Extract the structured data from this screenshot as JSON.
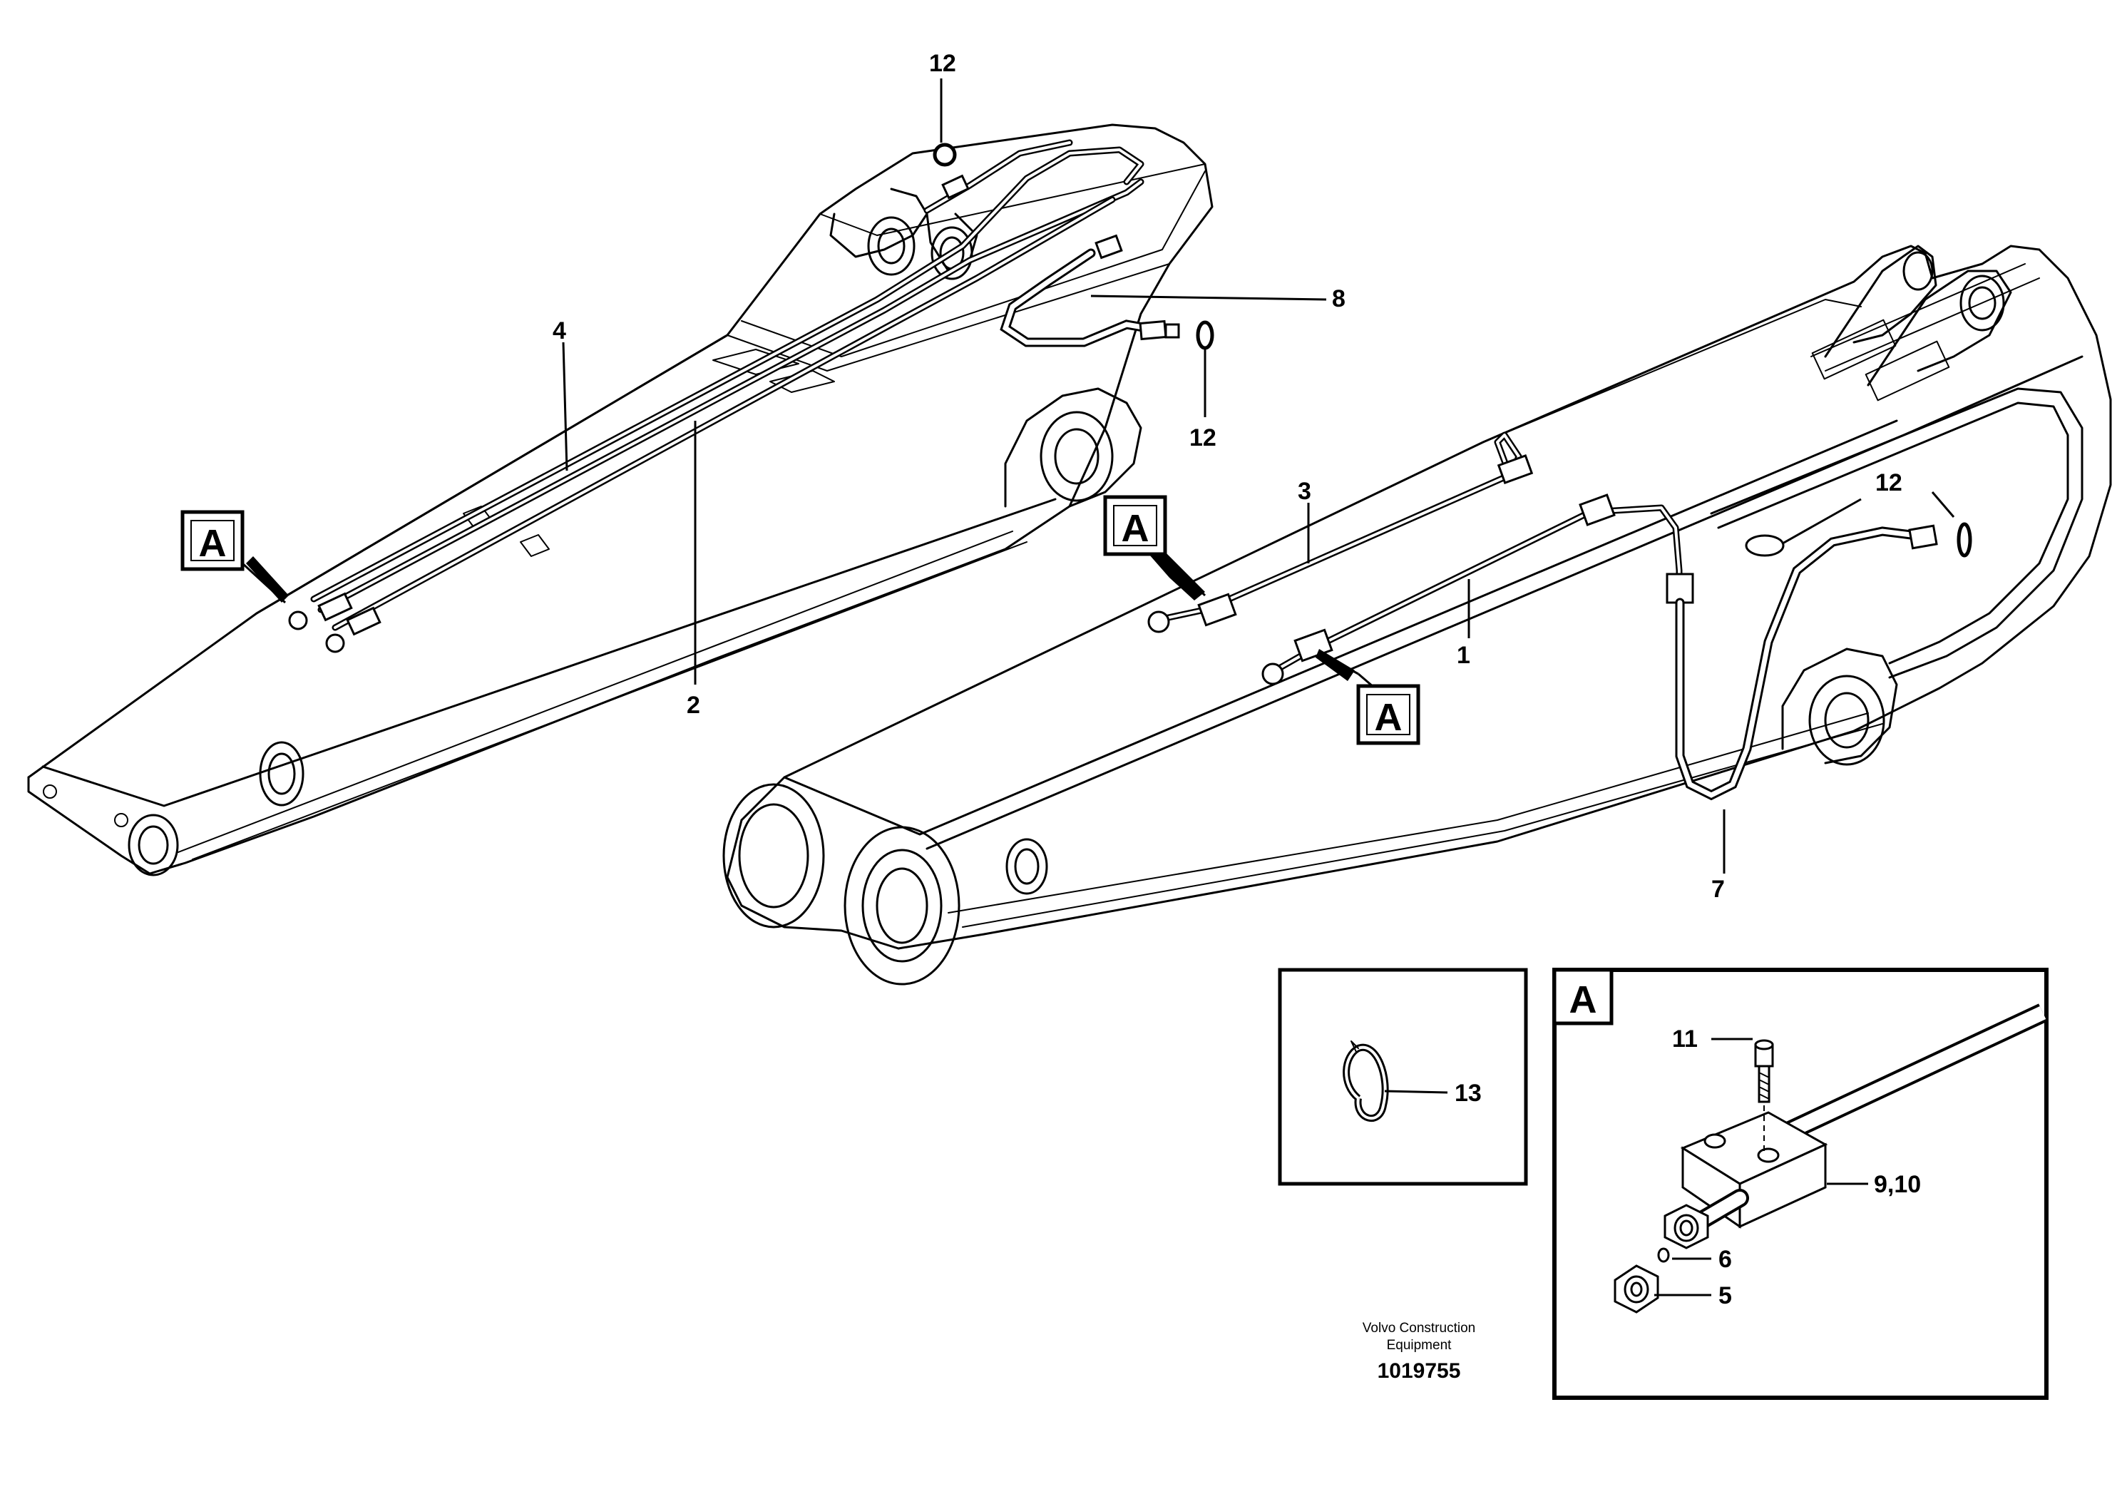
{
  "callouts": {
    "c12_top": "12",
    "c8": "8",
    "c12_mid": "12",
    "c4": "4",
    "c2": "2",
    "c3": "3",
    "c1": "1",
    "c12_right": "12",
    "c7": "7",
    "c13": "13",
    "c11": "11",
    "c9_10": "9,10",
    "c6": "6",
    "c5": "5"
  },
  "view_markers": {
    "left_boom": "A",
    "right_upper": "A",
    "right_lower": "A",
    "detail_panel": "A"
  },
  "footer": {
    "brand_line1": "Volvo Construction",
    "brand_line2": "Equipment",
    "drawing_number": "1019755"
  }
}
